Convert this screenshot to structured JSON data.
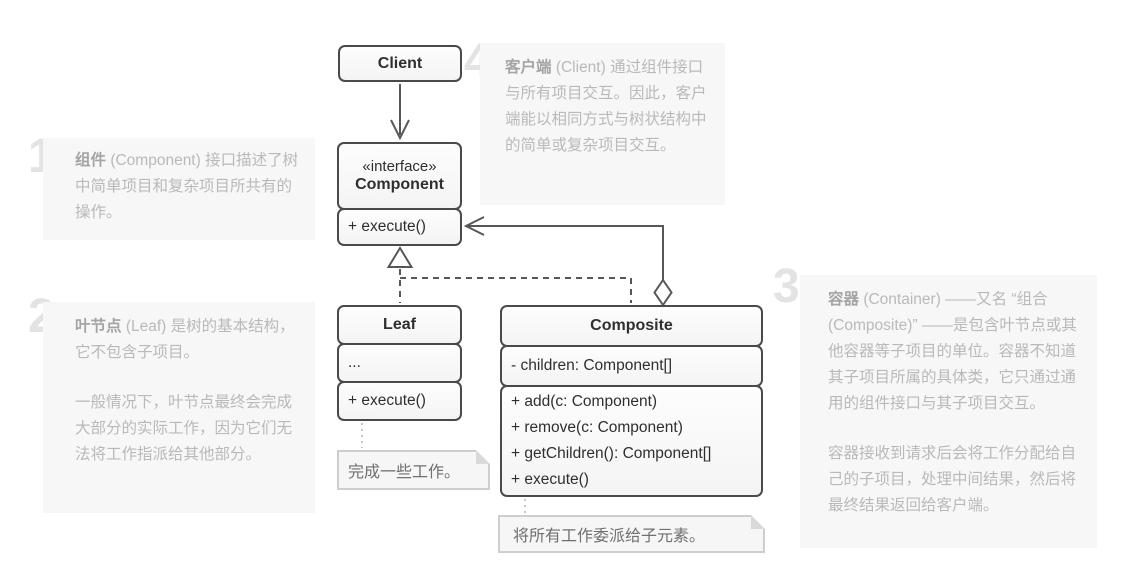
{
  "colors": {
    "box_border": "#4a4a4a",
    "uml_text": "#2f2f2f",
    "connector": "#575757",
    "annotation_bg": "#f7f7f7",
    "annotation_text": "#b9b9b9",
    "annotation_term": "#a4a4a4",
    "annotation_number": "#e3e3e3",
    "note_bg": "#f6f6f6",
    "note_border": "#cecece",
    "note_text": "#6f6f6f"
  },
  "classes": {
    "client": {
      "title": "Client"
    },
    "component": {
      "stereotype": "«interface»",
      "title": "Component",
      "methods": [
        "+ execute()"
      ]
    },
    "leaf": {
      "title": "Leaf",
      "attributes": [
        "..."
      ],
      "methods": [
        "+ execute()"
      ]
    },
    "composite": {
      "title": "Composite",
      "attributes": [
        "- children: Component[]"
      ],
      "methods": [
        "+ add(c: Component)",
        "+ remove(c: Component)",
        "+ getChildren(): Component[]",
        "+ execute()"
      ]
    }
  },
  "notes": {
    "leaf": "完成一些工作。",
    "composite": "将所有工作委派给子元素。"
  },
  "annotations": {
    "a1": {
      "number": "1",
      "term": "组件",
      "p1": " (Component) 接口描述了树中简单项目和复杂项目所共有的操作。"
    },
    "a2": {
      "number": "2",
      "term": "叶节点",
      "p1": " (Leaf) 是树的基本结构，它不包含子项目。",
      "p2": "一般情况下，叶节点最终会完成大部分的实际工作，因为它们无法将工作指派给其他部分。"
    },
    "a3": {
      "number": "3",
      "term": "容器",
      "p1": " (Container) ——又名 “组合 (Composite)” ——是包含叶节点或其他容器等子项目的单位。容器不知道其子项目所属的具体类，它只通过通用的组件接口与其子项目交互。",
      "p2": "容器接收到请求后会将工作分配给自己的子项目，处理中间结果，然后将最终结果返回给客户端。"
    },
    "a4": {
      "number": "4",
      "term": "客户端",
      "p1": " (Client) 通过组件接口与所有项目交互。因此，客户端能以相同方式与树状结构中的简单或复杂项目交互。"
    }
  }
}
